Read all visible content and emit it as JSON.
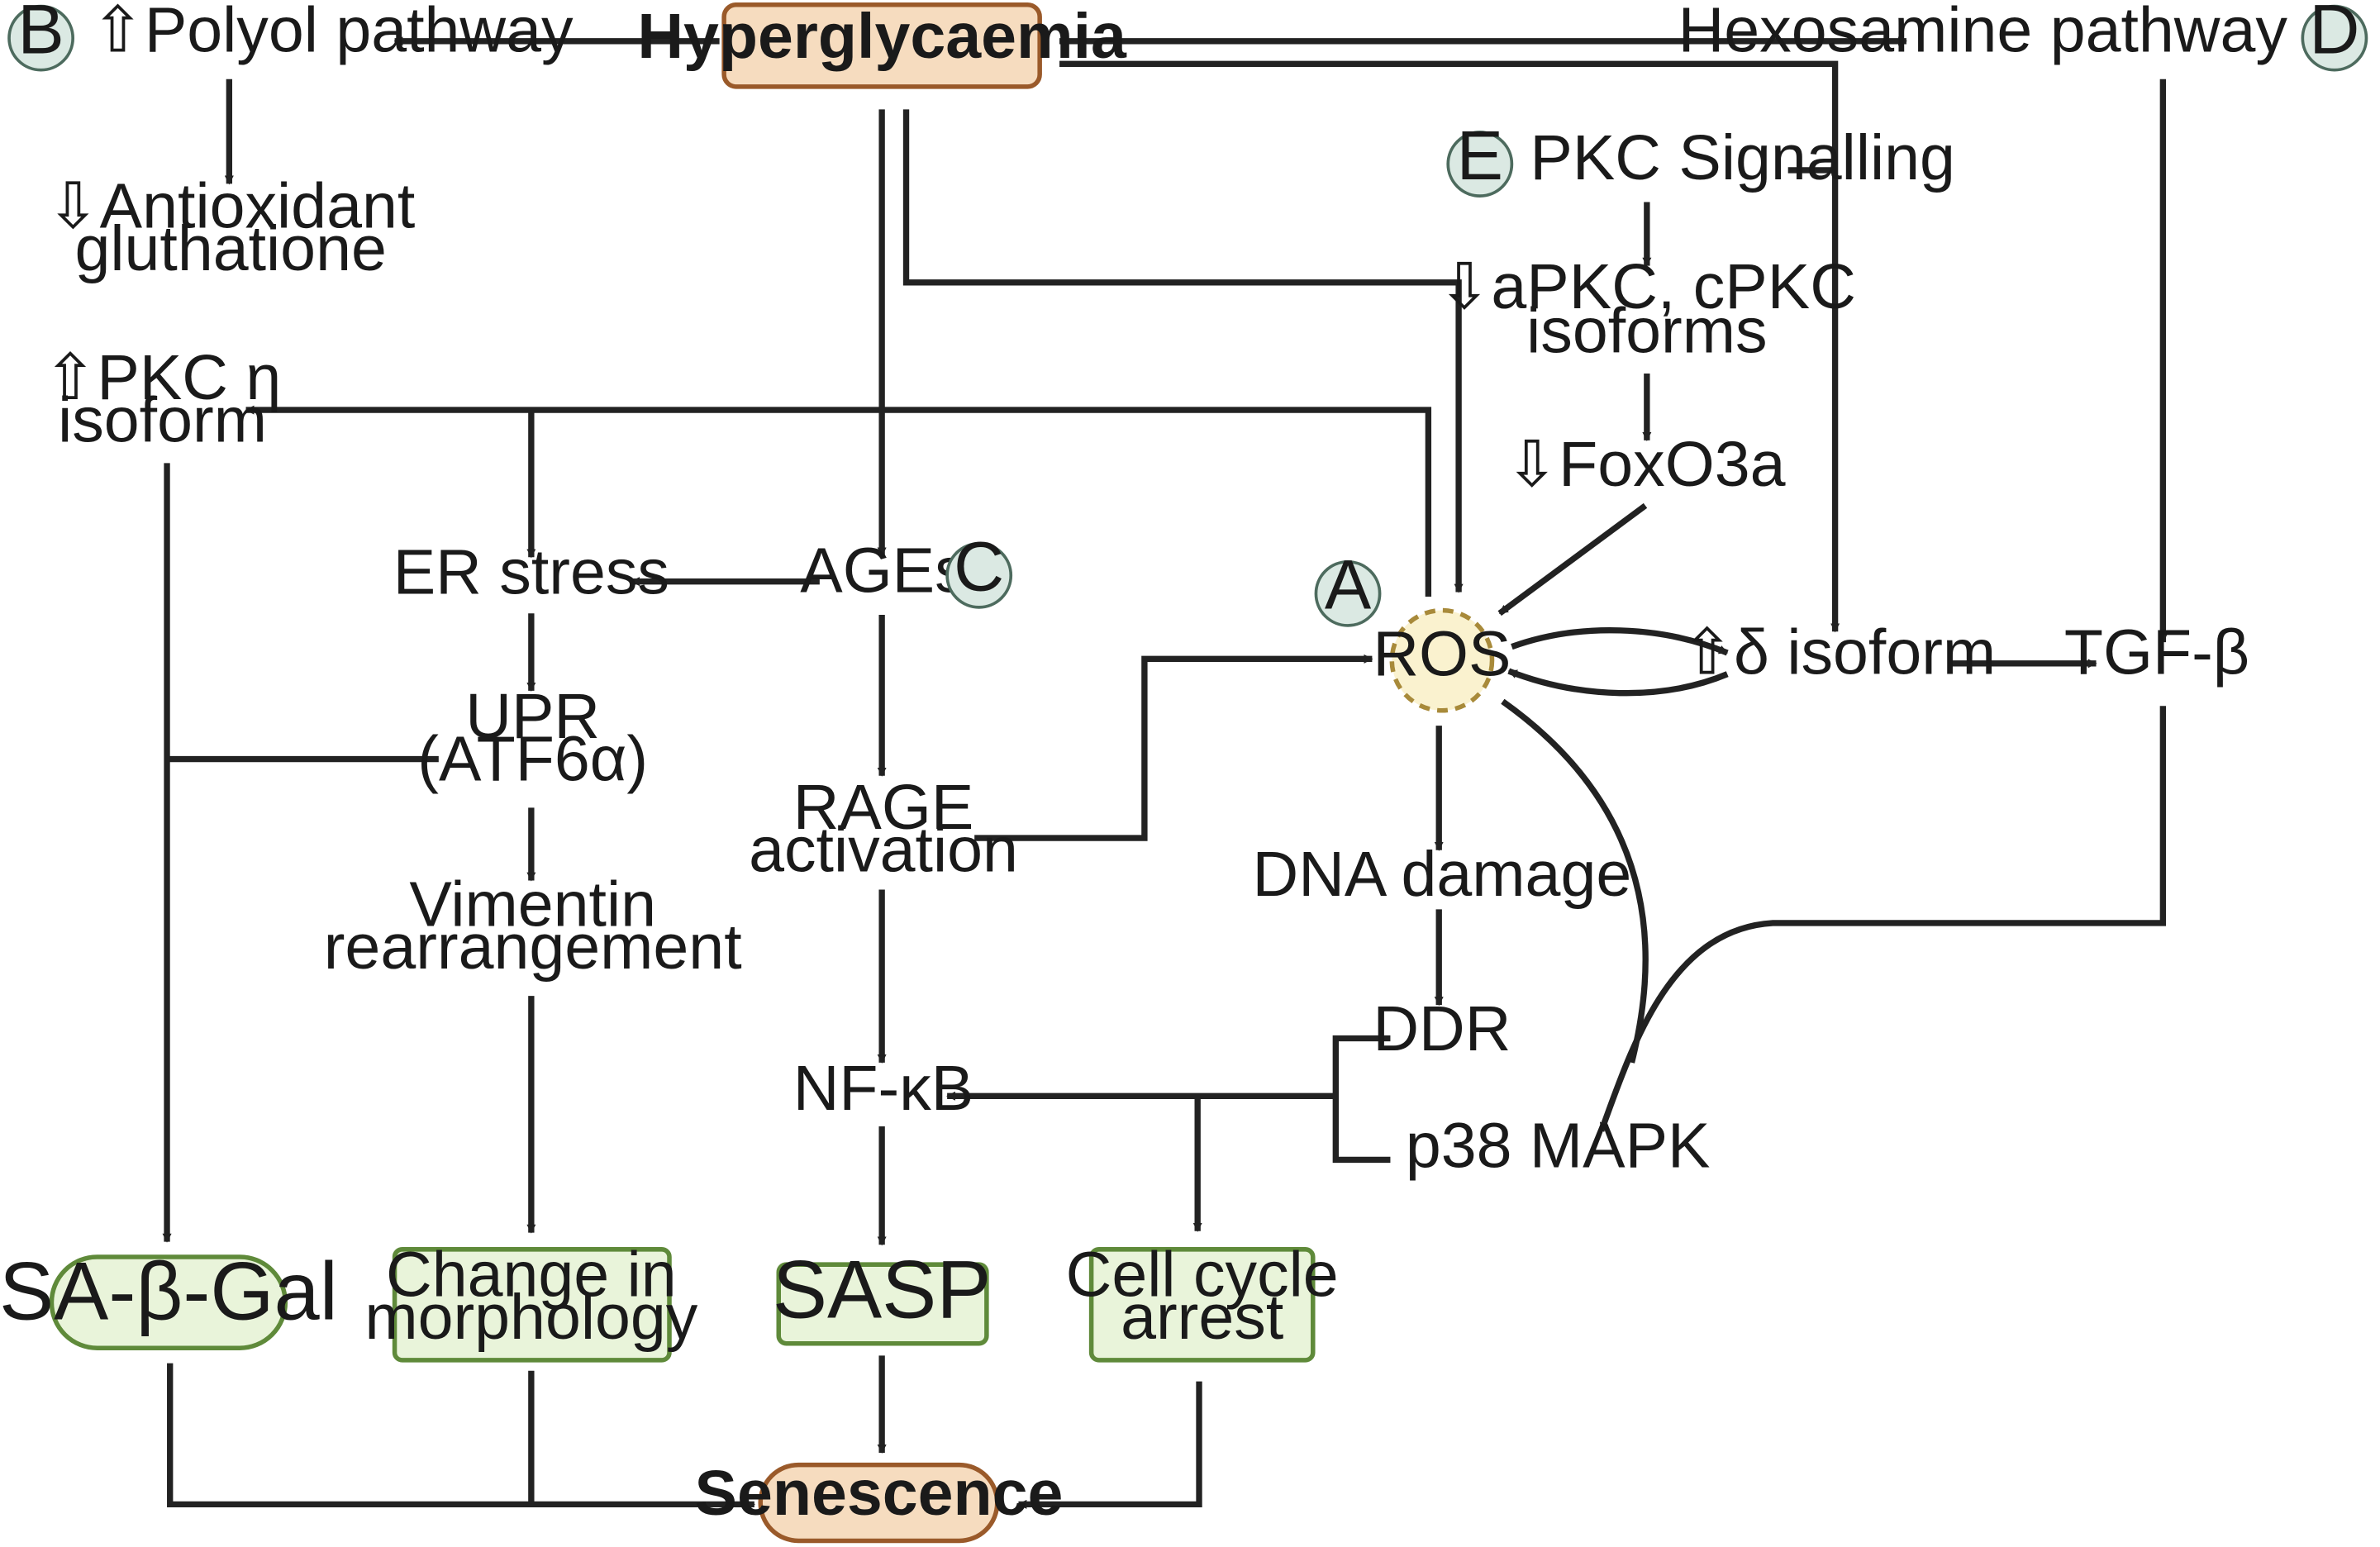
{
  "nodes": {
    "hyperglycaemia": "Hyperglycaemia",
    "polyol": "⇧Polyol pathway",
    "antioxidant_1": "⇩Antioxidant",
    "antioxidant_2": "gluthatione",
    "hexosamine": "Hexosamine pathway",
    "pkc_signalling": "PKC Signalling",
    "apkc_1": "⇩aPKC, cPKC",
    "apkc_2": "isoforms",
    "foxo3a": "⇩FoxO3a",
    "pkc_eta_1": "⇧PKC η",
    "pkc_eta_2": "isoform",
    "er_stress": "ER stress",
    "ages": "AGEs",
    "ros": "ROS",
    "delta_isoform": "⇧δ isoform",
    "tgf_beta": "TGF-β",
    "upr_1": "UPR",
    "upr_2": "(ATF6α)",
    "rage_1": "RAGE",
    "rage_2": "activation",
    "dna_damage": "DNA damage",
    "vimentin_1": "Vimentin",
    "vimentin_2": "rearrangement",
    "ddr": "DDR",
    "nfkb": "NF-κB",
    "p38": "p38 MAPK",
    "sa_beta_gal": "SA-β-Gal",
    "morphology_1": "Change in",
    "morphology_2": "morphology",
    "sasp": "SASP",
    "cell_cycle_1": "Cell cycle",
    "cell_cycle_2": "arrest",
    "senescence": "Senescence"
  },
  "markers": {
    "a": "A",
    "b": "B",
    "c": "C",
    "d": "D",
    "e": "E"
  },
  "colors": {
    "tan_fill": "#f6dcbf",
    "tan_stroke": "#9a5a2a",
    "green_fill": "#e9f4da",
    "green_stroke": "#5f8a3a",
    "ros_fill": "#faf2cf",
    "ros_stroke": "#a88a3a",
    "marker_fill": "#dbe9e3",
    "marker_stroke": "#4d6b5e",
    "line": "#222222"
  }
}
